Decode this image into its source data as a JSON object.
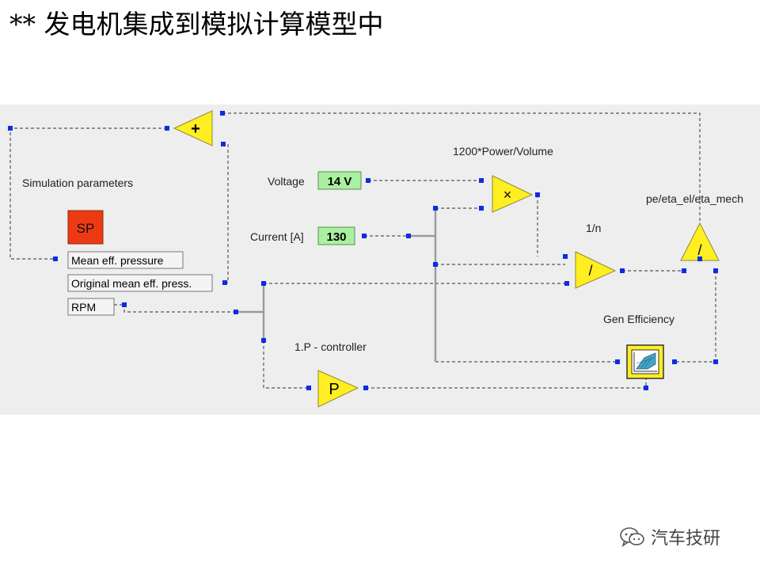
{
  "page": {
    "title": "** 发电机集成到模拟计算模型中",
    "watermark": "汽车技研",
    "watermark_icon": "wechat-icon"
  },
  "diagram": {
    "labels": {
      "simulation_parameters": "Simulation parameters",
      "power_volume": "1200*Power/Volume",
      "voltage": "Voltage",
      "current": "Current [A]",
      "one_over_n": "1/n",
      "pe_ratio": "pe/eta_el/eta_mech",
      "gen_efficiency": "Gen Efficiency",
      "p_controller": "1.P - controller"
    },
    "sources": {
      "voltage_value": "14 V",
      "current_value": "130"
    },
    "sp_block": {
      "label": "SP",
      "rows": [
        "Mean eff. pressure",
        "Original mean eff. press.",
        "RPM"
      ]
    },
    "blocks": {
      "add_symbol": "+",
      "multiply_symbol": "×",
      "divide_symbol": "/",
      "p_symbol": "P"
    },
    "colors": {
      "background": "#eeeeee",
      "block_fill": "#ffee22",
      "sp_fill": "#ee3a12",
      "source_fill": "#a9f0a0",
      "port": "#0b2ce6"
    }
  }
}
